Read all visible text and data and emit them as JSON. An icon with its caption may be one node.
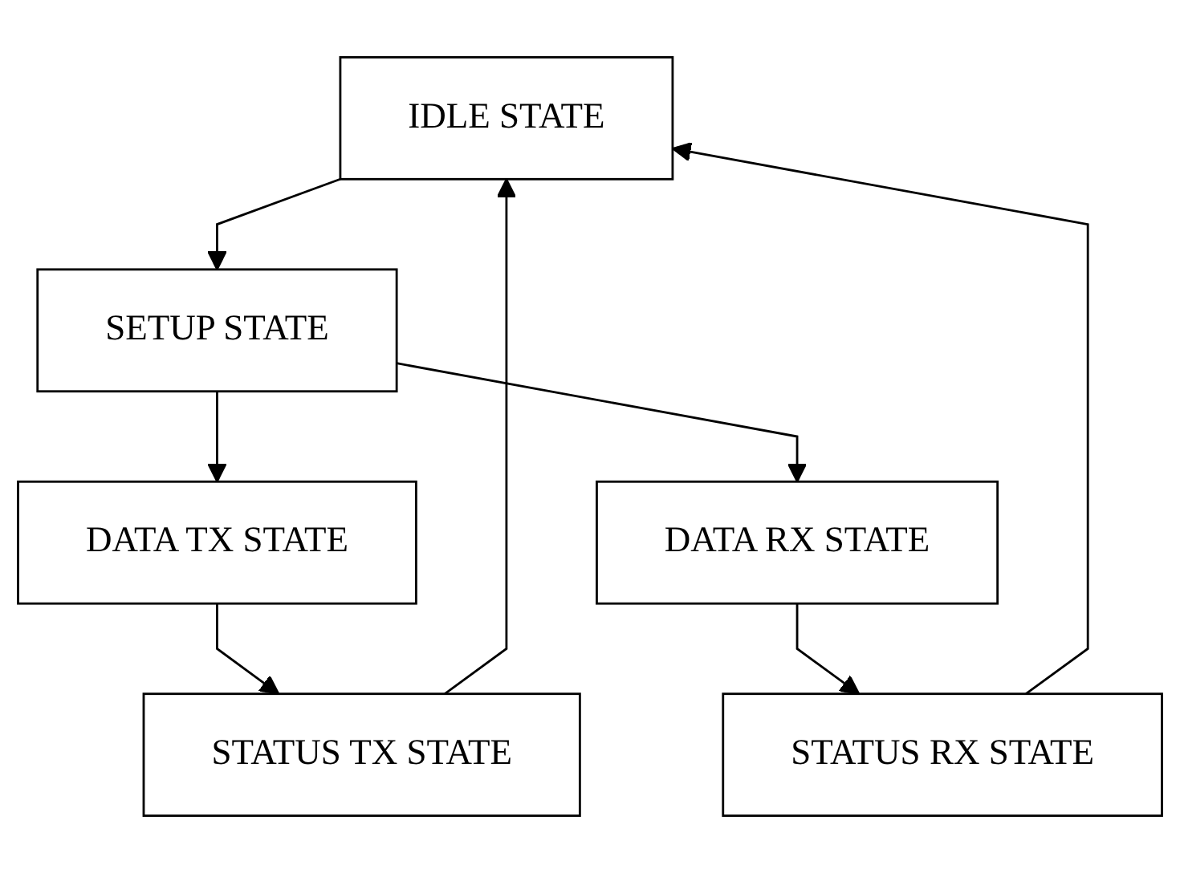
{
  "diagram": {
    "nodes": [
      {
        "text": [
          "IDLE STATE"
        ]
      },
      {
        "text": [
          "SETUP STATE"
        ]
      },
      {
        "text": [
          "DATA TX STATE"
        ]
      },
      {
        "text": [
          "DATA RX STATE"
        ]
      },
      {
        "text": [
          "STATUS TX STATE"
        ]
      },
      {
        "text": [
          "STATUS RX STATE"
        ]
      }
    ],
    "edges": [
      {
        "from": 0,
        "to": 1,
        "arrow": "to"
      },
      {
        "from": 1,
        "to": 2,
        "arrow": "to"
      },
      {
        "from": 1,
        "to": 3,
        "arrow": "to"
      },
      {
        "from": 2,
        "to": 4,
        "arrow": "to"
      },
      {
        "from": 3,
        "to": 5,
        "arrow": "to"
      },
      {
        "from": 4,
        "to": 0,
        "arrow": "to"
      },
      {
        "from": 5,
        "to": 0,
        "arrow": "to"
      }
    ]
  }
}
